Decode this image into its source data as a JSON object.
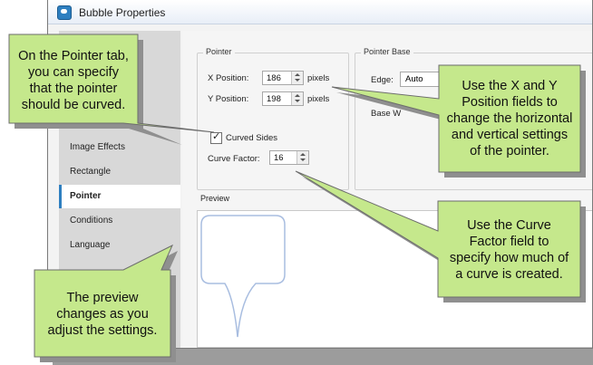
{
  "window": {
    "title": "Bubble Properties"
  },
  "sidebar": {
    "items": [
      "Image Effects",
      "Rectangle",
      "Pointer",
      "Conditions",
      "Language"
    ],
    "selected": "Pointer"
  },
  "pointer_group": {
    "title": "Pointer",
    "x_label": "X Position:",
    "x_value": "186",
    "x_unit": "pixels",
    "y_label": "Y Position:",
    "y_value": "198",
    "y_unit": "pixels",
    "curved_label": "Curved Sides",
    "curved_checked": true,
    "curve_label": "Curve Factor:",
    "curve_value": "16"
  },
  "pointer_base_group": {
    "title": "Pointer Base",
    "edge_label": "Edge:",
    "edge_value": "Auto",
    "base_label": "Base W"
  },
  "preview": {
    "title": "Preview"
  },
  "callouts": {
    "pointer_tab": [
      "On the Pointer tab,",
      "you can specify",
      "that the pointer",
      "should be curved."
    ],
    "xy": [
      "Use the X and Y",
      "Position fields to",
      "change the horizontal",
      "and vertical settings",
      "of the pointer."
    ],
    "curve": [
      "Use the Curve",
      "Factor field to",
      "specify how much of",
      "a curve is created."
    ],
    "preview": [
      "The preview",
      "changes as you",
      "adjust the settings."
    ]
  }
}
